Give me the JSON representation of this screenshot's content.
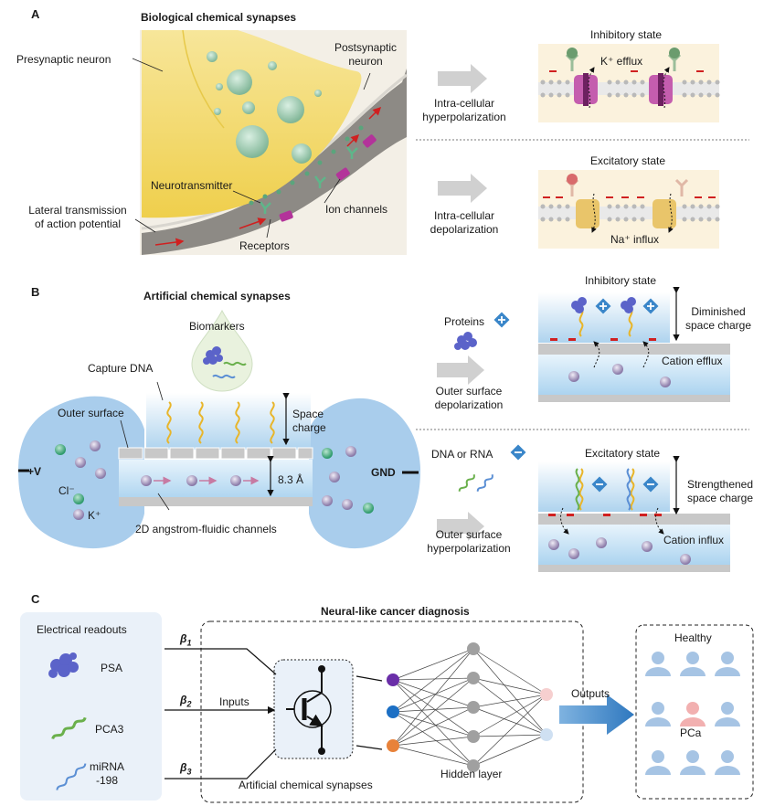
{
  "panelA": {
    "letter": "A",
    "title": "Biological chemical synapses",
    "presynaptic": "Presynaptic neuron",
    "postsynaptic": [
      "Postsynaptic",
      "neuron"
    ],
    "neurotransmitter": "Neurotransmitter",
    "ion_channels": "Ion channels",
    "receptors": "Receptors",
    "lateral": [
      "Lateral transmission",
      "of action potential"
    ],
    "hyperpolarization": [
      "Intra-cellular",
      "hyperpolarization"
    ],
    "depolarization": [
      "Intra-cellular",
      "depolarization"
    ],
    "inhibitory_state": "Inhibitory state",
    "excitatory_state": "Excitatory state",
    "k_efflux": "K⁺ efflux",
    "na_influx": "Na⁺ influx"
  },
  "panelB": {
    "letter": "B",
    "title": "Artificial chemical synapses",
    "biomarkers": "Biomarkers",
    "capture_dna": "Capture DNA",
    "outer_surface": "Outer surface",
    "space_charge": [
      "Space",
      "charge"
    ],
    "cl": "Cl⁻",
    "k": "K⁺",
    "plus_v": "+V",
    "gnd": "GND",
    "gap": "8.3 Å",
    "channels": "2D angstrom-fluidic channels",
    "proteins": "Proteins",
    "outer_depolarization": [
      "Outer surface",
      "depolarization"
    ],
    "inhibitory_state": "Inhibitory state",
    "diminished": [
      "Diminished",
      "space charge"
    ],
    "cation_efflux": "Cation efflux",
    "dna_rna": "DNA or RNA",
    "outer_hyperpolarization": [
      "Outer surface",
      "hyperpolarization"
    ],
    "excitatory_state": "Excitatory state",
    "strengthened": [
      "Strengthened",
      "space charge"
    ],
    "cation_influx": "Cation influx"
  },
  "panelC": {
    "letter": "C",
    "title": "Neural-like cancer diagnosis",
    "readouts_title": "Electrical readouts",
    "readouts": [
      "PSA",
      "PCA3",
      "miRNA",
      "-198"
    ],
    "betas": [
      "β",
      "β",
      "β"
    ],
    "beta_subs": [
      "1",
      "2",
      "3"
    ],
    "inputs": "Inputs",
    "artificial": "Artificial chemical synapses",
    "hidden": "Hidden layer",
    "outputs": "Outputs",
    "healthy": "Healthy",
    "pca": "PCa"
  },
  "colors": {
    "neuron_yellow": "#f5e07a",
    "cleft_gray": "#8d8a85",
    "vesicle_green": "#8fc0a5",
    "fluid_blue": "#a9cdec",
    "plate_gray": "#c8c8c8",
    "arrow_gray": "#d0d0d0",
    "cl_green": "#2f9a6c",
    "k_purple": "#8a7aa8",
    "node_purple": "#6a2ea8",
    "node_blue": "#1c6fc4",
    "node_orange": "#e8823a",
    "node_gray": "#a0a0a0",
    "output_arrow": "#3a86c9",
    "person_blue": "#a6c4e4",
    "person_pink": "#f2b0b0"
  }
}
